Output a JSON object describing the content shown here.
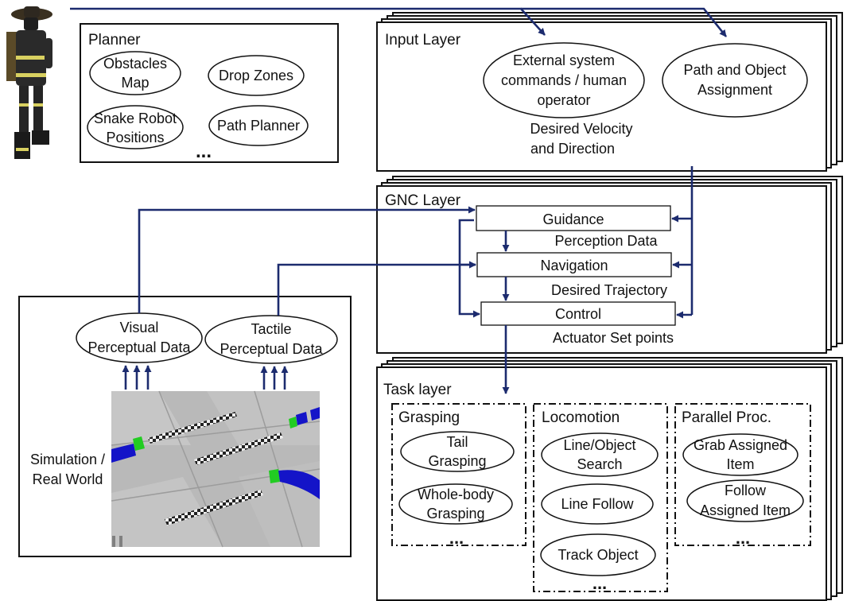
{
  "planner": {
    "title": "Planner",
    "items": [
      {
        "line1": "Obstacles",
        "line2": "Map"
      },
      {
        "line1": "Drop Zones",
        "line2": ""
      },
      {
        "line1": "Snake Robot",
        "line2": "Positions"
      },
      {
        "line1": "Path Planner",
        "line2": ""
      }
    ],
    "more": "..."
  },
  "input_layer": {
    "title": "Input Layer",
    "commands": {
      "line1": "External system",
      "line2": "commands / human",
      "line3": "operator"
    },
    "assignment": {
      "line1": "Path and Object",
      "line2": "Assignment"
    },
    "output": {
      "line1": "Desired Velocity",
      "line2": "and Direction"
    }
  },
  "gnc_layer": {
    "title": "GNC Layer",
    "guidance": "Guidance",
    "perception_data": "Perception Data",
    "navigation": "Navigation",
    "desired_trajectory": "Desired Trajectory",
    "control": "Control",
    "actuator": "Actuator Set points"
  },
  "world": {
    "visual": {
      "line1": "Visual",
      "line2": "Perceptual Data"
    },
    "tactile": {
      "line1": "Tactile",
      "line2": "Perceptual Data"
    },
    "sim": {
      "line1": "Simulation /",
      "line2": "Real World"
    }
  },
  "task_layer": {
    "title": "Task layer",
    "grasping": {
      "title": "Grasping",
      "tail": {
        "line1": "Tail",
        "line2": "Grasping"
      },
      "whole": {
        "line1": "Whole-body",
        "line2": "Grasping"
      },
      "more": "..."
    },
    "locomotion": {
      "title": "Locomotion",
      "search": {
        "line1": "Line/Object",
        "line2": "Search"
      },
      "follow": "Line Follow",
      "track": "Track Object",
      "more": "..."
    },
    "parallel": {
      "title": "Parallel Proc.",
      "grab": {
        "line1": "Grab Assigned",
        "line2": "Item"
      },
      "follow": {
        "line1": "Follow",
        "line2": "Assigned Item"
      },
      "more": "..."
    }
  },
  "colors": {
    "flow": "#1c2b6e",
    "robot_blue": "#1414c8",
    "robot_green": "#22cc22"
  }
}
